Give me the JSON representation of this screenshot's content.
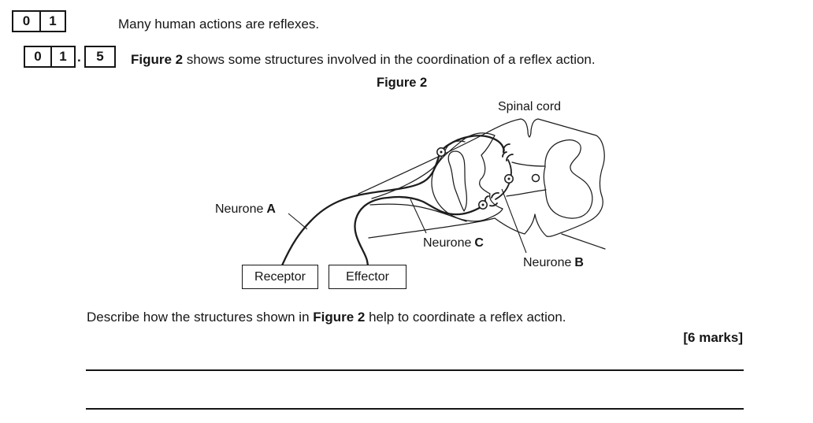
{
  "q1": {
    "digits": [
      "0",
      "1"
    ],
    "text": "Many human actions are reflexes."
  },
  "q15": {
    "digits": [
      "0",
      "1"
    ],
    "dot": ".",
    "sub_digit": "5",
    "bold": "Figure 2",
    "rest": " shows some structures involved in the coordination of a reflex action."
  },
  "figure": {
    "title": "Figure 2",
    "labels": {
      "spinal_cord": "Spinal cord",
      "neurone_prefix": "Neurone",
      "letter_a": "A",
      "letter_b": "B",
      "letter_c": "C",
      "receptor": "Receptor",
      "effector": "Effector"
    }
  },
  "task": {
    "describe_prefix": "Describe how the structures shown in ",
    "describe_bold": "Figure 2",
    "describe_suffix": " help to coordinate a reflex action.",
    "marks": "[6 marks]"
  },
  "answer_area": {
    "ruled_lines": 2
  },
  "colors": {
    "ink": "#161616",
    "paper": "#ffffff"
  }
}
